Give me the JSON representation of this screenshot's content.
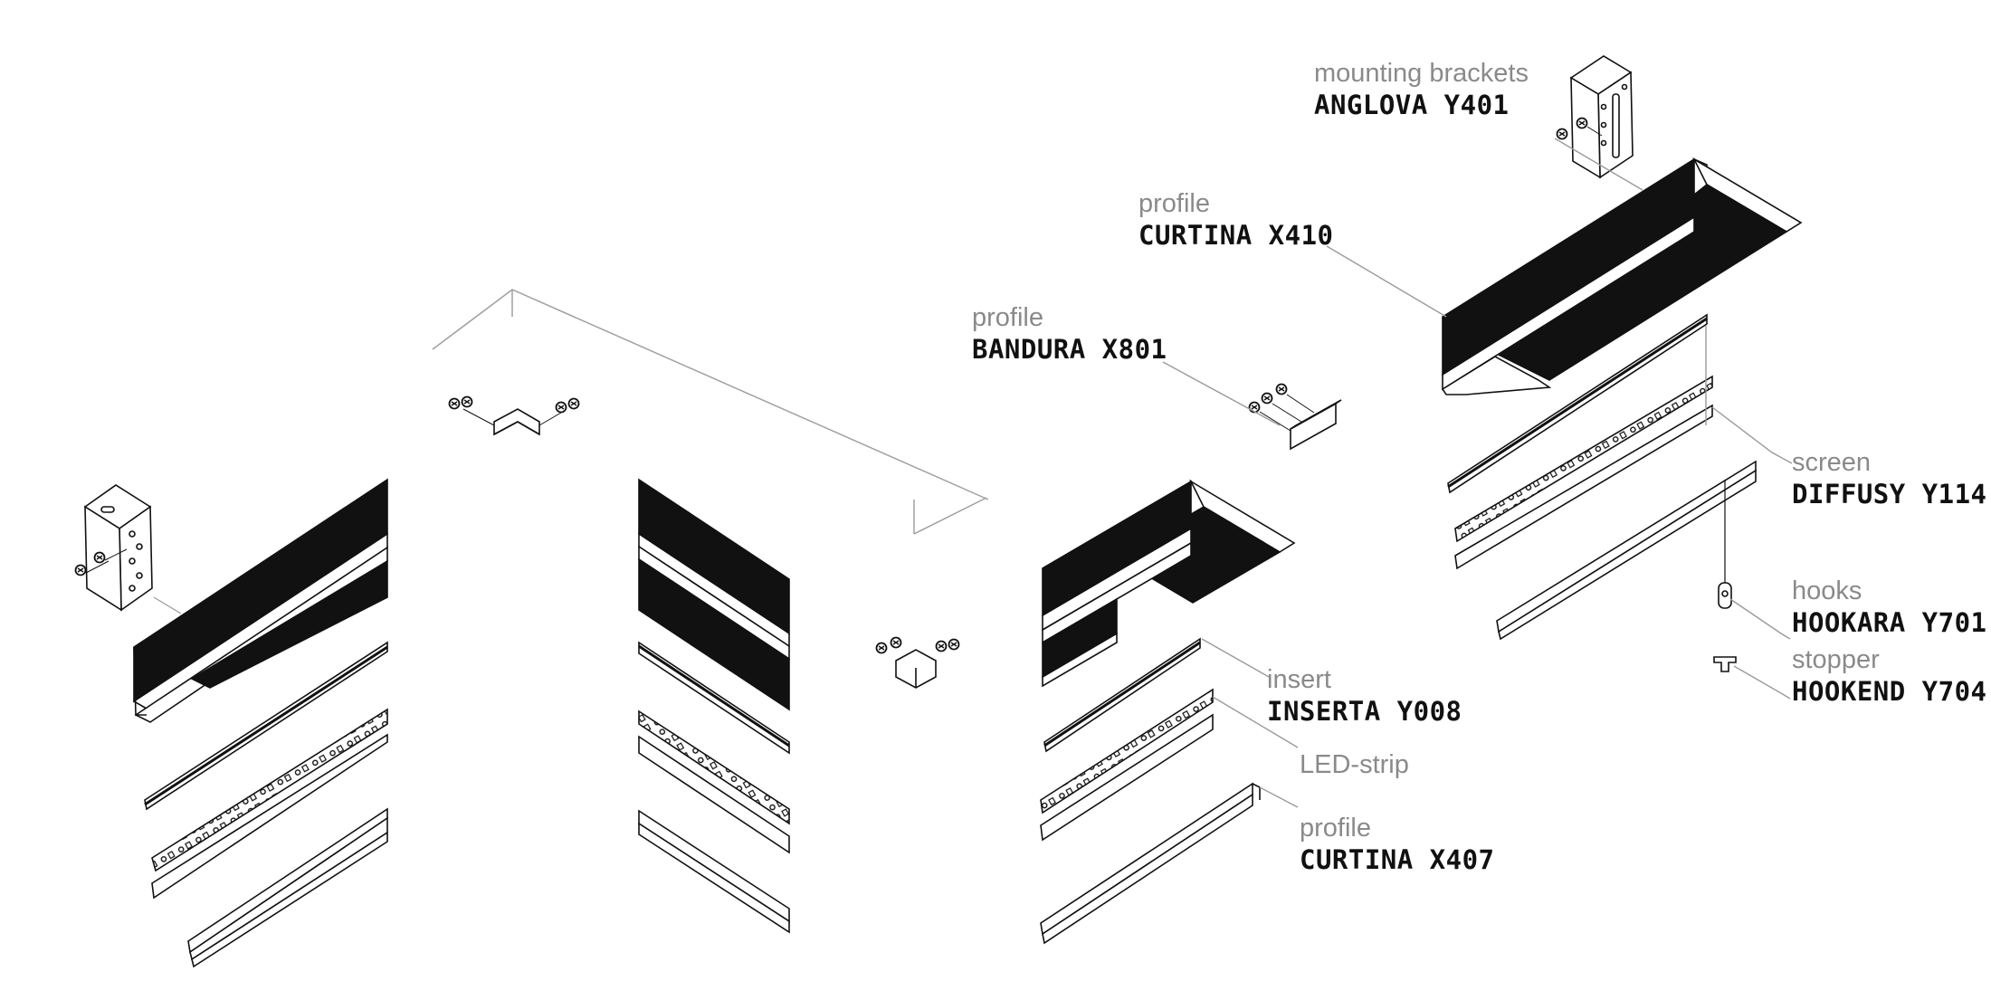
{
  "colors": {
    "ink": "#111111",
    "muted": "#8a8a8a",
    "leader": "#9a9a9a",
    "fill": "#111111",
    "guide": "#a0a0a0"
  },
  "labels": {
    "mounting_brackets": {
      "sub": "mounting brackets",
      "code": "ANGLOVA Y401"
    },
    "profile_x410": {
      "sub": "profile",
      "code": "CURTINA X410"
    },
    "profile_x801": {
      "sub": "profile",
      "code": "BANDURA X801"
    },
    "screen": {
      "sub": "screen",
      "code": "DIFFUSY Y114"
    },
    "hooks": {
      "sub": "hooks",
      "code": "HOOKARA Y701"
    },
    "stopper": {
      "sub": "stopper",
      "code": "HOOKEND Y704"
    },
    "insert": {
      "sub": "insert",
      "code": "INSERTA Y008"
    },
    "led": {
      "sub": "LED-strip"
    },
    "profile_x407": {
      "sub": "profile",
      "code": "CURTINA X407"
    }
  },
  "icons": [
    "bracket-icon",
    "screw-icon",
    "corner-connector-icon",
    "end-cap-icon",
    "hook-icon",
    "stopper-icon"
  ]
}
